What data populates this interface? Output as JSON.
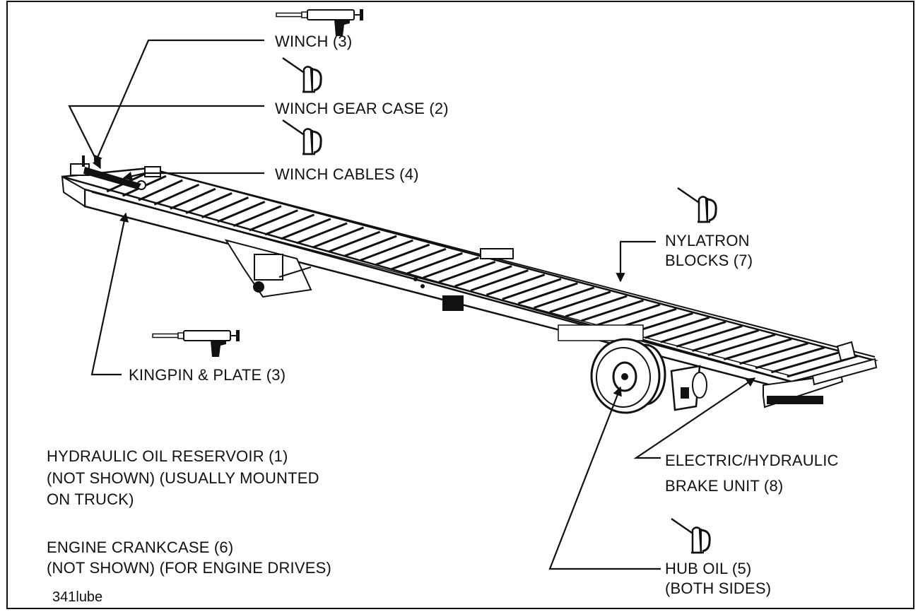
{
  "labels": {
    "winch": "WINCH (3)",
    "winch_gear_case": "WINCH GEAR CASE (2)",
    "winch_cables": "WINCH CABLES (4)",
    "nylatron_line1": "NYLATRON",
    "nylatron_line2": "BLOCKS (7)",
    "kingpin": "KINGPIN & PLATE (3)",
    "hydraulic_line1": "HYDRAULIC OIL RESERVOIR (1)",
    "hydraulic_line2": "(NOT SHOWN) (USUALLY MOUNTED",
    "hydraulic_line3": "ON TRUCK)",
    "crankcase_line1": "ENGINE CRANKCASE (6)",
    "crankcase_line2": "(NOT SHOWN) (FOR ENGINE DRIVES)",
    "brake_line1": "ELECTRIC/HYDRAULIC",
    "brake_line2": "BRAKE UNIT (8)",
    "hub_line1": "HUB OIL (5)",
    "hub_line2": "(BOTH SIDES)",
    "figure_code": "341lube"
  },
  "icons": [
    "grease-gun-icon",
    "oil-can-icon"
  ],
  "colors": {
    "ink": "#111111",
    "paper": "#ffffff"
  }
}
